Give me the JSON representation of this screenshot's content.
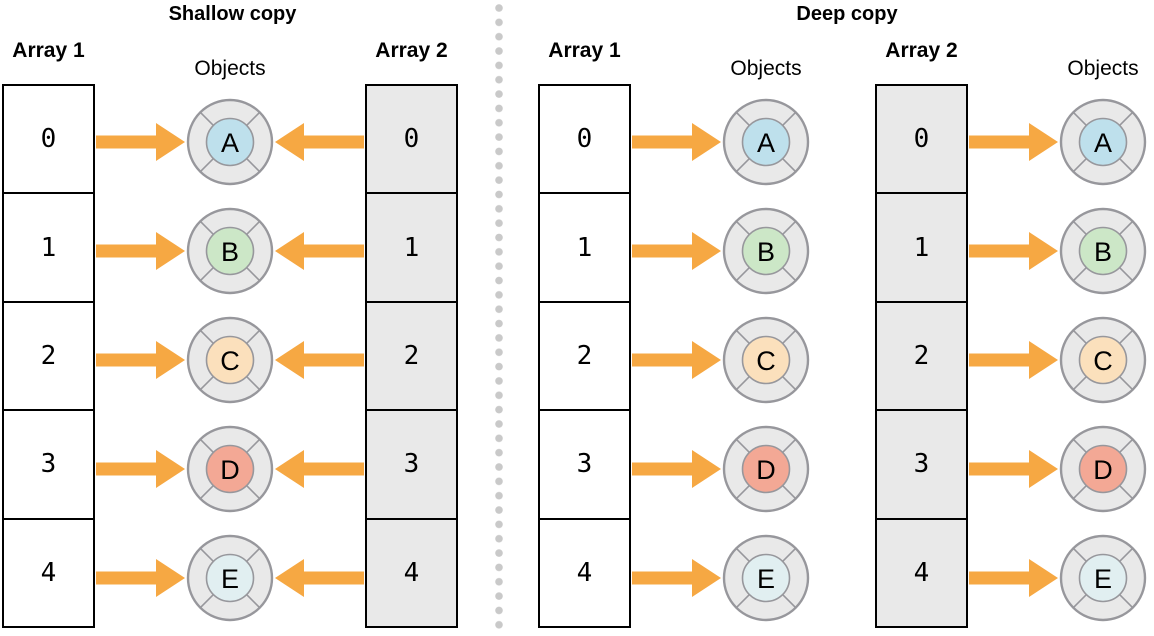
{
  "sections": [
    {
      "title": "Shallow copy",
      "arrays": [
        {
          "label": "Array 1",
          "kind": "original"
        },
        {
          "label": "Array 2",
          "kind": "copy"
        }
      ],
      "objects_label": "Objects",
      "shared_objects": true
    },
    {
      "title": "Deep copy",
      "arrays": [
        {
          "label": "Array 1",
          "kind": "original"
        },
        {
          "label": "Array 2",
          "kind": "copy"
        }
      ],
      "objects_label": "Objects",
      "shared_objects": false
    }
  ],
  "indices": [
    "0",
    "1",
    "2",
    "3",
    "4"
  ],
  "objects": [
    {
      "label": "A",
      "color": "#bee0ec"
    },
    {
      "label": "B",
      "color": "#cce7c7"
    },
    {
      "label": "C",
      "color": "#fbe0bc"
    },
    {
      "label": "D",
      "color": "#f3a895"
    },
    {
      "label": "E",
      "color": "#e1eff1"
    }
  ],
  "colors": {
    "arrow": "#f6a843",
    "array_original_fill": "#ffffff",
    "array_copy_fill": "#e9e9e9",
    "ring_fill": "#e9e9e9",
    "ring_stroke": "#97979c",
    "cell_border": "#000000",
    "letter": "#000000",
    "divider_dot": "#c9c9c9"
  }
}
